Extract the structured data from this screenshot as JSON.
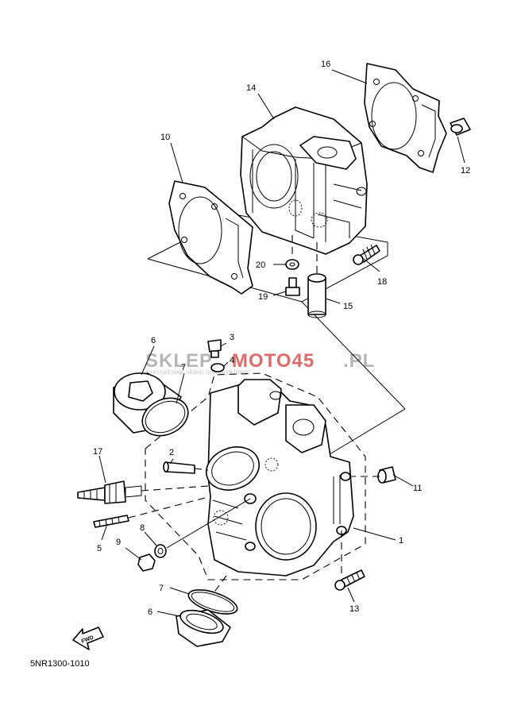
{
  "diagram": {
    "code": "5NR1300-1010",
    "fwd_label": "FWD",
    "watermark": {
      "grey_part": "SKLEP",
      "red_part": "MOTO45",
      "tld": ".PL",
      "tagline": "internetowy sklep motocyklowy"
    },
    "callouts": [
      {
        "id": "c1",
        "label": "1"
      },
      {
        "id": "c2",
        "label": "2"
      },
      {
        "id": "c3",
        "label": "3"
      },
      {
        "id": "c4",
        "label": "4"
      },
      {
        "id": "c5",
        "label": "5"
      },
      {
        "id": "c6a",
        "label": "6"
      },
      {
        "id": "c6b",
        "label": "6"
      },
      {
        "id": "c7a",
        "label": "7"
      },
      {
        "id": "c7b",
        "label": "7"
      },
      {
        "id": "c8",
        "label": "8"
      },
      {
        "id": "c9",
        "label": "9"
      },
      {
        "id": "c10",
        "label": "10"
      },
      {
        "id": "c11",
        "label": "11"
      },
      {
        "id": "c12",
        "label": "12"
      },
      {
        "id": "c13",
        "label": "13"
      },
      {
        "id": "c14",
        "label": "14"
      },
      {
        "id": "c15",
        "label": "15"
      },
      {
        "id": "c16",
        "label": "16"
      },
      {
        "id": "c17",
        "label": "17"
      },
      {
        "id": "c18",
        "label": "18"
      },
      {
        "id": "c19",
        "label": "19"
      },
      {
        "id": "c20",
        "label": "20"
      }
    ]
  }
}
